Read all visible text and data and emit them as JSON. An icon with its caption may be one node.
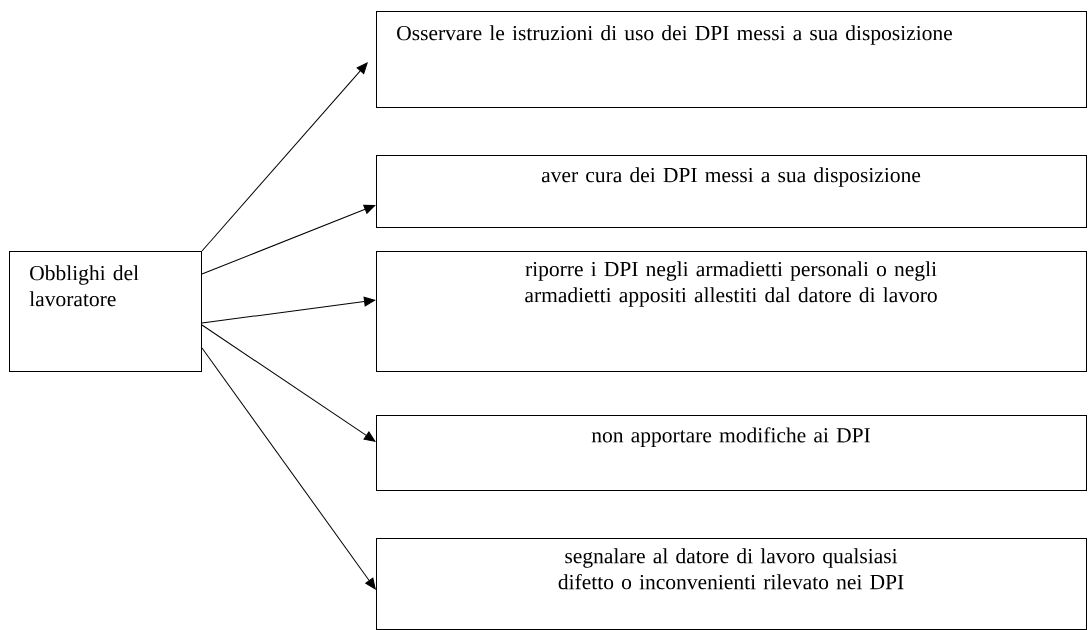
{
  "diagram": {
    "nodes": [
      {
        "text": [
          "Obblighi del lavoratore"
        ]
      },
      {
        "text": [
          "Osservare le istruzioni di uso dei DPI messi a sua disposizione"
        ]
      },
      {
        "text": [
          "aver cura dei DPI messi a sua disposizione"
        ]
      },
      {
        "text": [
          "riporre i DPI negli armadietti personali o negli armadietti appositi allestiti dal datore di lavoro"
        ]
      },
      {
        "text": [
          "non apportare modifiche ai DPI"
        ]
      },
      {
        "text": [
          "segnalare al datore di lavoro qualsiasi difetto o inconvenienti  rilevato nei DPI"
        ]
      }
    ],
    "edges": [
      {
        "from": 0,
        "to": 1,
        "arrow": "to"
      },
      {
        "from": 0,
        "to": 2,
        "arrow": "to"
      },
      {
        "from": 0,
        "to": 3,
        "arrow": "to"
      },
      {
        "from": 0,
        "to": 4,
        "arrow": "to"
      },
      {
        "from": 0,
        "to": 5,
        "arrow": "to"
      }
    ]
  }
}
